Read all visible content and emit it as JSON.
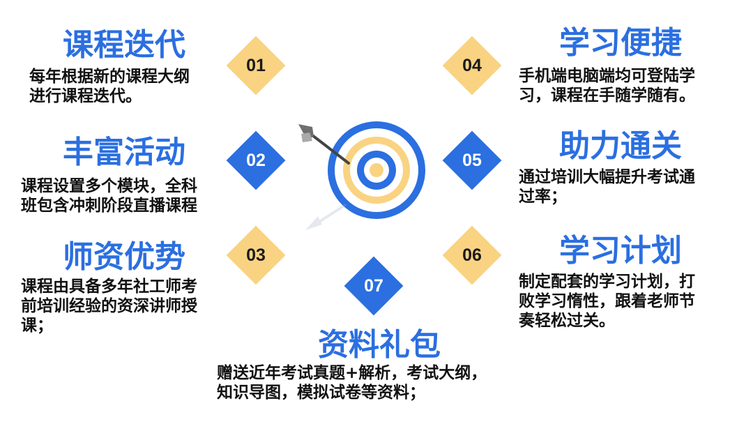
{
  "colors": {
    "accent_blue": "#2b6fe0",
    "accent_gold": "#f9d382"
  },
  "center_icon": "target-with-arrow-icon",
  "items": [
    {
      "num": "01",
      "title": "课程迭代",
      "lines": [
        "每年根据新的课程大纲",
        "进行课程迭代。"
      ],
      "badge_color": "gold"
    },
    {
      "num": "02",
      "title": "丰富活动",
      "lines": [
        "课程设置多个模块，全科",
        "班包含冲刺阶段直播课程"
      ],
      "badge_color": "blue"
    },
    {
      "num": "03",
      "title": "师资优势",
      "lines": [
        "课程由具备多年社工师考",
        "前培训经验的资深讲师授",
        "课；"
      ],
      "badge_color": "gold"
    },
    {
      "num": "04",
      "title": "学习便捷",
      "lines": [
        "手机端电脑端均可登陆学",
        "习，课程在手随学随有。"
      ],
      "badge_color": "gold"
    },
    {
      "num": "05",
      "title": "助力通关",
      "lines": [
        "通过培训大幅提升考试通",
        "过率；"
      ],
      "badge_color": "blue"
    },
    {
      "num": "06",
      "title": "学习计划",
      "lines": [
        "制定配套的学习计划，打",
        "败学习惰性，跟着老师节",
        "奏轻松过关。"
      ],
      "badge_color": "gold"
    },
    {
      "num": "07",
      "title": "资料礼包",
      "lines": [
        "赠送近年考试真题+解析，考试大纲，",
        "知识导图，模拟试卷等资料；"
      ],
      "badge_color": "blue"
    }
  ]
}
